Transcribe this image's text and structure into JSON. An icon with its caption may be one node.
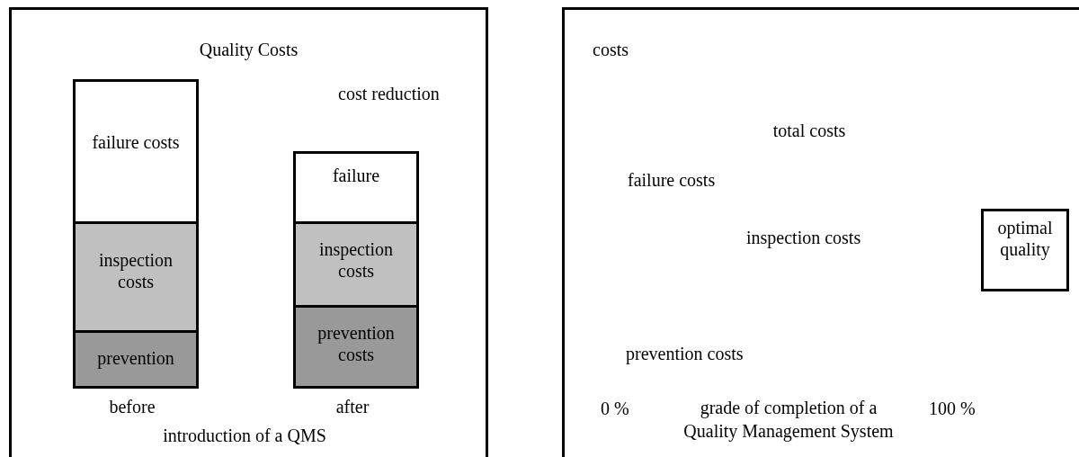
{
  "diagram": {
    "nodes": [
      {
        "text": [
          "Quality Costs"
        ]
      },
      {
        "text": [
          "failure costs"
        ],
        "in": 0
      },
      {
        "text": [
          "inspection costs"
        ],
        "in": 0
      },
      {
        "text": [
          "prevention"
        ],
        "in": 0
      },
      {
        "text": [
          "failure"
        ],
        "in": 0
      },
      {
        "text": [
          "inspection costs"
        ],
        "in": 0
      },
      {
        "text": [
          "prevention costs"
        ],
        "in": 0
      },
      {
        "text": [],
        "shape": "box"
      },
      {
        "text": [
          "optimal quality"
        ],
        "in": 7
      }
    ],
    "edges": [],
    "labels": [
      "cost reduction",
      "before",
      "after",
      "introduction of a QMS",
      "costs",
      "total costs",
      "failure costs",
      "inspection costs",
      "prevention costs",
      "0 %",
      "grade of completion of a Quality Management System",
      "100 %"
    ]
  }
}
